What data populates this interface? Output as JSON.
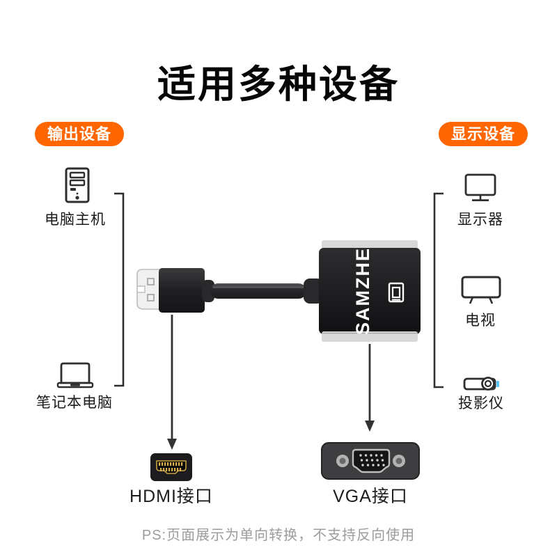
{
  "page": {
    "title": "适用多种设备",
    "footnote": "PS:页面展示为单向转换，不支持反向使用"
  },
  "colors": {
    "accent_orange": "#FF6600",
    "text_dark": "#1a1a1a",
    "note_gray": "#9C9C9C",
    "icon_stroke": "#2e2e2e",
    "pin_gold": "#D9B04C",
    "projector_blue": "#57C5F7",
    "adapter_black": "#1b1b1d",
    "adapter_silver": "#d8d8d8"
  },
  "left_group": {
    "badge": "输出设备",
    "items": [
      {
        "icon": "desktop-tower-icon",
        "label": "电脑主机"
      },
      {
        "icon": "laptop-icon",
        "label": "笔记本电脑"
      }
    ]
  },
  "right_group": {
    "badge": "显示设备",
    "items": [
      {
        "icon": "monitor-icon",
        "label": "显示器"
      },
      {
        "icon": "tv-icon",
        "label": "电视"
      },
      {
        "icon": "projector-icon",
        "label": "投影仪"
      }
    ]
  },
  "product": {
    "brand": "SAMZHE",
    "hdmi_label": "HDMI接口",
    "vga_label": "VGA接口"
  }
}
